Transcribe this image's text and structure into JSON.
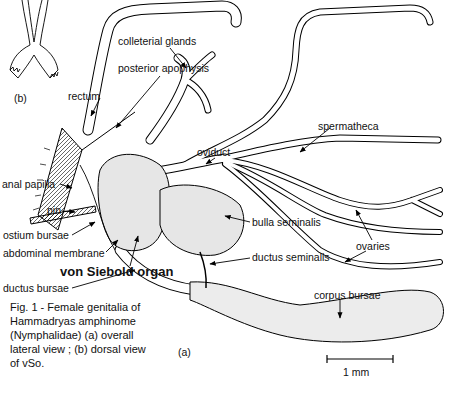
{
  "diagram": {
    "caption": "Fig. 1 - Female genitalia of Hammadryas amphinome (Nymphalidae) (a) overall lateral view ; (b) dorsal view of vSo.",
    "labels": [
      "colleterial glands",
      "posterior apophysis",
      "rectum",
      "spermatheca",
      "oviduct",
      "ovaries",
      "anal papilla",
      "pin",
      "ostium bursae",
      "abdominal membrane",
      "von Siebold organ",
      "bulla seminalis",
      "ductus seminalis",
      "ductus bursae",
      "corpus bursae",
      "(a)",
      "(b)",
      "1 mm"
    ]
  }
}
